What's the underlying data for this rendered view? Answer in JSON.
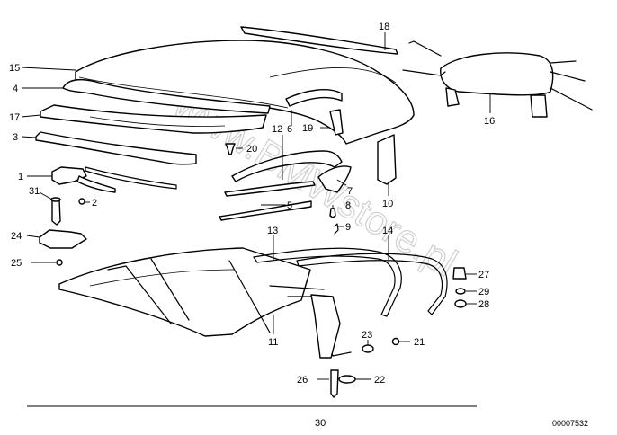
{
  "watermark": "www.BMWstore.pl",
  "catalog_number": "00007532",
  "callouts": [
    {
      "id": "c15",
      "text": "15"
    },
    {
      "id": "c4",
      "text": "4"
    },
    {
      "id": "c17",
      "text": "17"
    },
    {
      "id": "c3",
      "text": "3"
    },
    {
      "id": "c1",
      "text": "1"
    },
    {
      "id": "c31",
      "text": "31"
    },
    {
      "id": "c2",
      "text": "2"
    },
    {
      "id": "c24",
      "text": "24"
    },
    {
      "id": "c25",
      "text": "25"
    },
    {
      "id": "c18",
      "text": "18"
    },
    {
      "id": "c16",
      "text": "16"
    },
    {
      "id": "c19",
      "text": "19"
    },
    {
      "id": "c12",
      "text": "12"
    },
    {
      "id": "c6",
      "text": "6"
    },
    {
      "id": "c20",
      "text": "20"
    },
    {
      "id": "c7",
      "text": "7"
    },
    {
      "id": "c10",
      "text": "10"
    },
    {
      "id": "c5",
      "text": "5"
    },
    {
      "id": "c8",
      "text": "8"
    },
    {
      "id": "c9",
      "text": "9"
    },
    {
      "id": "c13",
      "text": "13"
    },
    {
      "id": "c14",
      "text": "14"
    },
    {
      "id": "c27",
      "text": "27"
    },
    {
      "id": "c29",
      "text": "29"
    },
    {
      "id": "c28",
      "text": "28"
    },
    {
      "id": "c23",
      "text": "23"
    },
    {
      "id": "c21",
      "text": "21"
    },
    {
      "id": "c11",
      "text": "11"
    },
    {
      "id": "c26",
      "text": "26"
    },
    {
      "id": "c22",
      "text": "22"
    },
    {
      "id": "c30",
      "text": "30"
    }
  ]
}
